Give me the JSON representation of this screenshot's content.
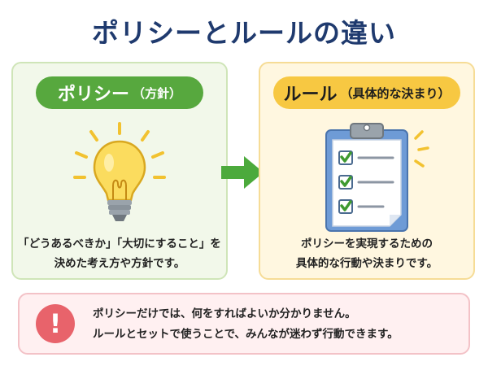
{
  "title": "ポリシーとルールの違い",
  "policy": {
    "label": "ポリシー",
    "sublabel": "（方針）",
    "desc_line1": "「どうあるべきか」「大切にすること」を",
    "desc_line2": "決めた考え方や方針です。",
    "icon": "lightbulb-icon",
    "accent": "#57a83e"
  },
  "rule": {
    "label": "ルール",
    "sublabel": "（具体的な決まり）",
    "desc_line1": "ポリシーを実現するための",
    "desc_line2": "具体的な行動や決まりです。",
    "icon": "clipboard-checklist-icon",
    "accent": "#f7c842"
  },
  "arrow": {
    "icon": "arrow-right-icon",
    "color": "#4caa3c"
  },
  "note": {
    "icon_glyph": "!",
    "icon": "exclamation-icon",
    "line1": "ポリシーだけでは、何をすればよいか分かりません。",
    "line2": "ルールとセットで使うことで、みんなが迷わず行動できます。",
    "accent": "#e8636b"
  }
}
